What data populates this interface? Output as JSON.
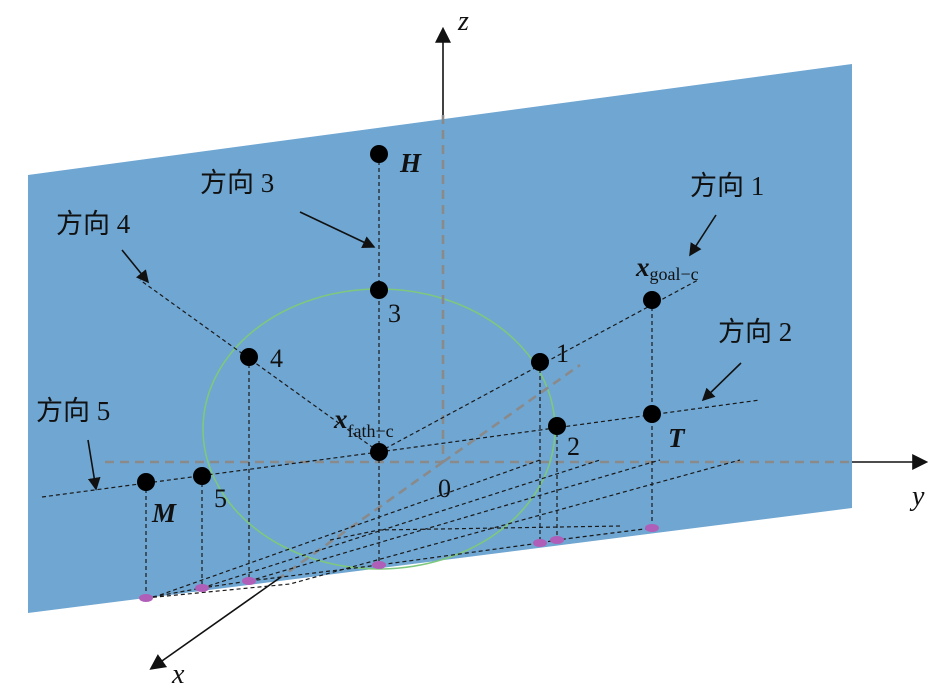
{
  "colors": {
    "plane": "#6fa6d2",
    "circle": "#7ec87e",
    "point": "#000000",
    "projection": "#b05fb8",
    "axis": "#111111"
  },
  "axes": {
    "x": "x",
    "y": "y",
    "z": "z",
    "origin": "0"
  },
  "points": {
    "H": "H",
    "T": "T",
    "M": "M",
    "fath_x": "x",
    "fath_sub": "fath−c",
    "goal_x": "x",
    "goal_sub": "goal−c"
  },
  "directions": {
    "d1": "方向 1",
    "d2": "方向 2",
    "d3": "方向 3",
    "d4": "方向 4",
    "d5": "方向 5"
  },
  "circle_points": {
    "p1": "1",
    "p2": "2",
    "p3": "3",
    "p4": "4",
    "p5": "5"
  }
}
